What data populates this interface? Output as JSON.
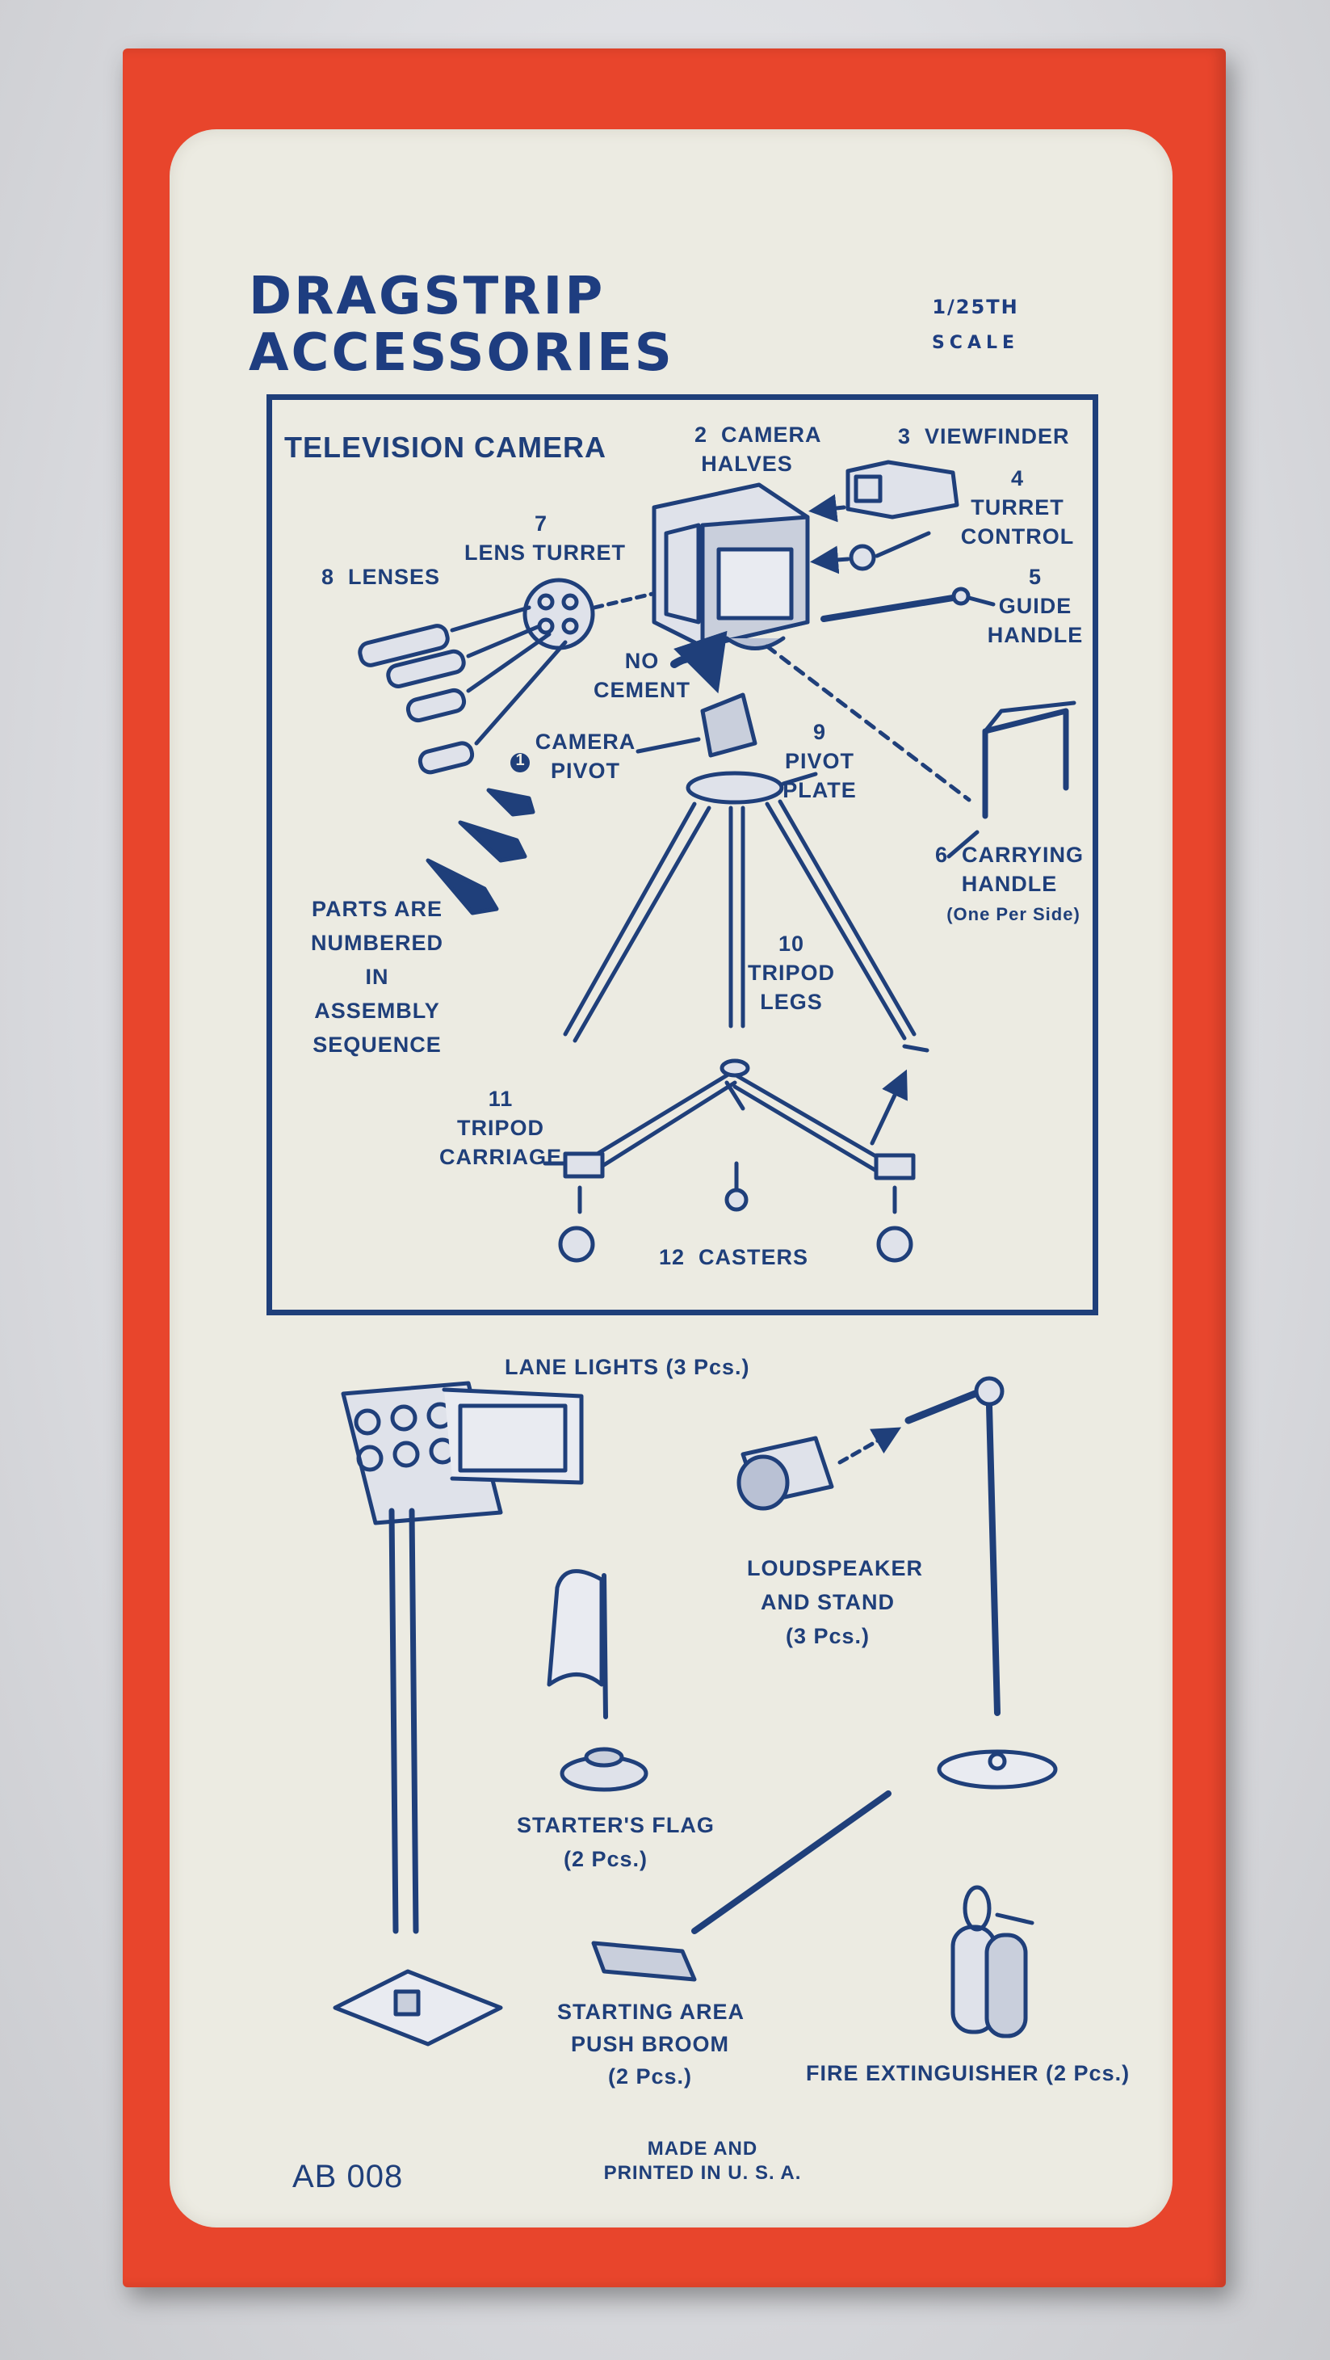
{
  "header": {
    "title_line1": "DRAGSTRIP",
    "title_line2": "ACCESSORIES",
    "scale_line1": "1/25TH",
    "scale_line2": "SCALE"
  },
  "camera_section": {
    "heading": "TELEVISION CAMERA",
    "parts": {
      "camera_halves": "2  CAMERA\nHALVES",
      "viewfinder": "3  VIEWFINDER",
      "turret_control": "4\nTURRET\nCONTROL",
      "lens_turret": "7\nLENS TURRET",
      "lenses": "8  LENSES",
      "guide_handle": "5\nGUIDE\nHANDLE",
      "no_cement": "NO\nCEMENT",
      "camera_pivot": "CAMERA\nPIVOT",
      "pivot_number": "1",
      "pivot_plate": "9\nPIVOT\nPLATE",
      "carrying_handle": "6  CARRYING\nHANDLE",
      "carrying_handle_note": "(One Per Side)",
      "assembly_note": "PARTS ARE\nNUMBERED\nIN\nASSEMBLY\nSEQUENCE",
      "tripod_legs": "10\nTRIPOD\nLEGS",
      "tripod_carriage": "11\nTRIPOD\nCARRIAGE",
      "casters": "12  CASTERS"
    }
  },
  "accessories": {
    "lane_lights": "LANE LIGHTS (3 Pcs.)",
    "loudspeaker": "LOUDSPEAKER\nAND STAND\n(3 Pcs.)",
    "starters_flag": "STARTER'S FLAG\n(2 Pcs.)",
    "push_broom": "STARTING AREA\nPUSH BROOM\n(2 Pcs.)",
    "fire_extinguisher": "FIRE EXTINGUISHER (2 Pcs.)"
  },
  "footer": {
    "product_code": "AB 008",
    "made_in": "MADE AND\nPRINTED IN U. S. A."
  },
  "colors": {
    "box_red": "#e8452c",
    "panel_cream": "#ecebe2",
    "ink_blue": "#1f3f7a"
  }
}
